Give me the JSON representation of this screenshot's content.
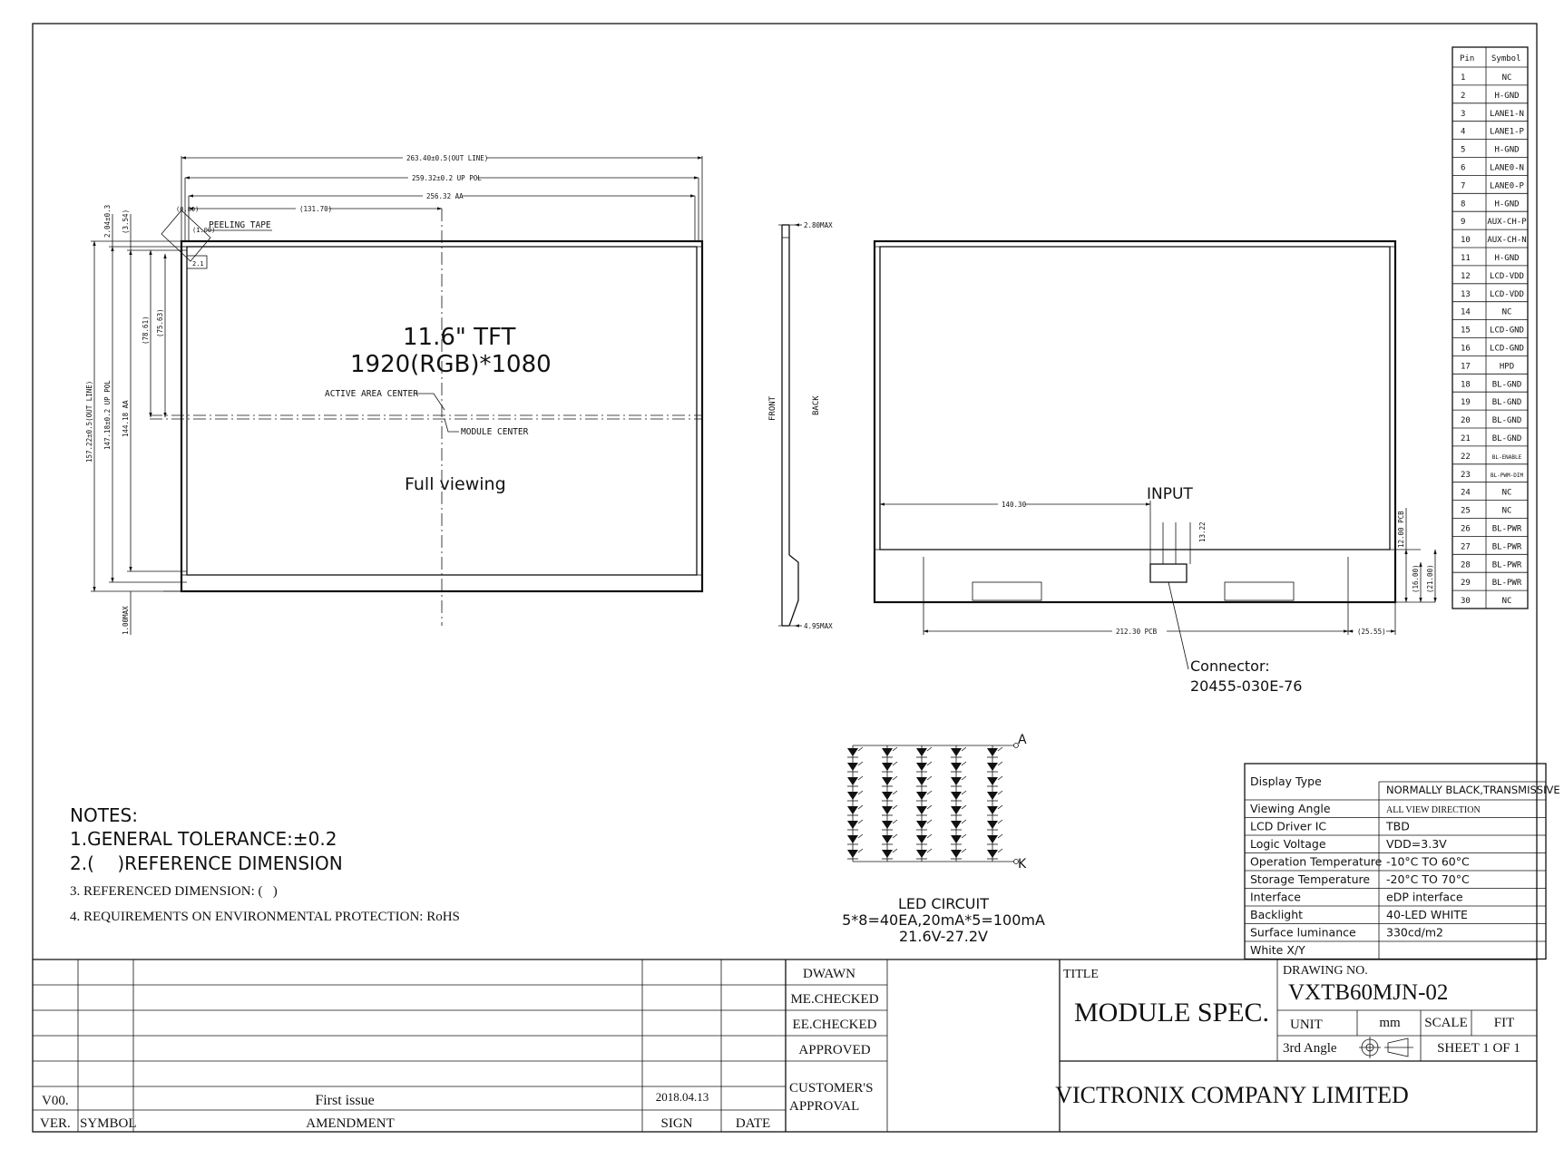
{
  "front_view": {
    "title_line1": "11.6\" TFT",
    "title_line2": "1920(RGB)*1080",
    "viewing_text": "Full viewing",
    "active_area_center": "ACTIVE AREA CENTER",
    "module_center": "MODULE CENTER",
    "peeling_tape": "PEELING TAPE",
    "dim_outline_w": "263.40±0.5(OUT LINE)",
    "dim_pol_w": "259.32±0.2 UP POL",
    "dim_aa_w": "256.32 AA",
    "dim_half_w": "(131.70)",
    "dim_outline_h": "157.22±0.5(OUT LINE)",
    "dim_pol_h": "147.18±0.2 UP POL",
    "dim_aa_h": "144.18 AA",
    "dim_786": "(78.61)",
    "dim_756": "(75.63)",
    "dim_top1": "2.04±0.3",
    "dim_top2": "(3.54)",
    "dim_bottom": "1.00MAX",
    "dim_c1": "(0.80)",
    "dim_c2": "(1.00)",
    "dim_c3": "2.1"
  },
  "side_view": {
    "front_label": "FRONT",
    "back_label": "BACK",
    "dim_top": "2.80MAX",
    "dim_bottom": "4.95MAX"
  },
  "back_view": {
    "input_label": "INPUT",
    "dim_1403": "140.30",
    "dim_1322": "13.22",
    "dim_pcb12": "12.00 PCB",
    "dim_16": "(16.00)",
    "dim_21": "(21.00)",
    "dim_2123": "212.30 PCB",
    "dim_2555": "(25.55)",
    "connector_line1": "Connector:",
    "connector_line2": "20455-030E-76"
  },
  "pin_table": {
    "headers": [
      "Pin",
      "Symbol"
    ],
    "rows": [
      [
        "1",
        "NC"
      ],
      [
        "2",
        "H-GND"
      ],
      [
        "3",
        "LANE1-N"
      ],
      [
        "4",
        "LANE1-P"
      ],
      [
        "5",
        "H-GND"
      ],
      [
        "6",
        "LANE0-N"
      ],
      [
        "7",
        "LANE0-P"
      ],
      [
        "8",
        "H-GND"
      ],
      [
        "9",
        "AUX-CH-P"
      ],
      [
        "10",
        "AUX-CH-N"
      ],
      [
        "11",
        "H-GND"
      ],
      [
        "12",
        "LCD-VDD"
      ],
      [
        "13",
        "LCD-VDD"
      ],
      [
        "14",
        "NC"
      ],
      [
        "15",
        "LCD-GND"
      ],
      [
        "16",
        "LCD-GND"
      ],
      [
        "17",
        "HPD"
      ],
      [
        "18",
        "BL-GND"
      ],
      [
        "19",
        "BL-GND"
      ],
      [
        "20",
        "BL-GND"
      ],
      [
        "21",
        "BL-GND"
      ],
      [
        "22",
        "BL-ENABLE"
      ],
      [
        "23",
        "BL-PWM-DIM"
      ],
      [
        "24",
        "NC"
      ],
      [
        "25",
        "NC"
      ],
      [
        "26",
        "BL-PWR"
      ],
      [
        "27",
        "BL-PWR"
      ],
      [
        "28",
        "BL-PWR"
      ],
      [
        "29",
        "BL-PWR"
      ],
      [
        "30",
        "NC"
      ]
    ]
  },
  "led_circuit": {
    "anode": "A",
    "cathode": "K",
    "line1": "LED CIRCUIT",
    "line2": "5*8=40EA,20mA*5=100mA",
    "line3": "21.6V-27.2V"
  },
  "notes": {
    "title": "NOTES:",
    "n1": "1.GENERAL TOLERANCE:±0.2",
    "n2": "2.(    )REFERENCE DIMENSION",
    "n3": "3. REFERENCED DIMENSION: (   )",
    "n4": "4. REQUIREMENTS ON ENVIRONMENTAL PROTECTION: RoHS"
  },
  "spec_table": [
    [
      "Display Type",
      "NORMALLY BLACK,TRANSMISSIVE"
    ],
    [
      "Viewing Angle",
      "ALL VIEW DIRECTION"
    ],
    [
      "LCD Driver IC",
      "TBD"
    ],
    [
      "Logic Voltage",
      "VDD=3.3V"
    ],
    [
      "Operation Temperature",
      "-10°C TO 60°C"
    ],
    [
      "Storage Temperature",
      "-20°C TO 70°C"
    ],
    [
      "Interface",
      "eDP interface"
    ],
    [
      "Backlight",
      "40-LED WHITE"
    ],
    [
      "Surface luminance",
      "330cd/m2"
    ],
    [
      "White X/Y",
      ""
    ]
  ],
  "title_block": {
    "ver_value": "V00.",
    "amendment_value": "First issue",
    "date_value": "2018.04.13",
    "ver_label": "VER.",
    "symbol_label": "SYMBOL",
    "amendment_label": "AMENDMENT",
    "sign_label": "SIGN",
    "date_label": "DATE",
    "dwawn": "DWAWN",
    "me_checked": "ME.CHECKED",
    "ee_checked": "EE.CHECKED",
    "approved": "APPROVED",
    "customer_1": "CUSTOMER'S",
    "customer_2": "APPROVAL",
    "title_label": "TITLE",
    "title_value": "MODULE SPEC.",
    "drawing_no_label": "DRAWING NO.",
    "drawing_no": "VXTB60MJN-02",
    "unit_label": "UNIT",
    "unit_value": "mm",
    "scale_label": "SCALE",
    "scale_value": "FIT",
    "angle_label": "3rd Angle",
    "sheet": "SHEET 1 OF 1",
    "company": "VICTRONIX COMPANY LIMITED"
  }
}
